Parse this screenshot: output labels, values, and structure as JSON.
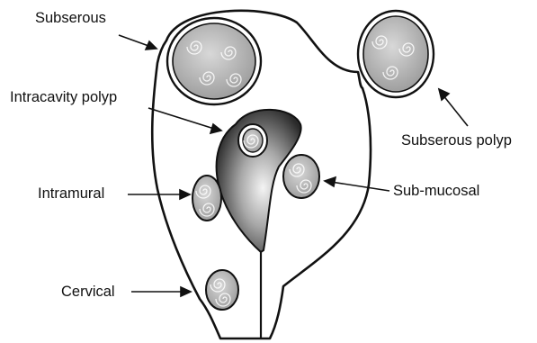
{
  "labels": {
    "subserous": "Subserous",
    "intracavity_polyp": "Intracavity polyp",
    "subserous_polyp": "Subserous polyp",
    "intramural": "Intramural",
    "submucosal": "Sub-mucosal",
    "cervical": "Cervical"
  },
  "colors": {
    "outline": "#111111",
    "fibroid_fill": "#b8b8b8",
    "cavity_dark": "#2a2a2a",
    "cavity_light": "#f2f2f2"
  }
}
